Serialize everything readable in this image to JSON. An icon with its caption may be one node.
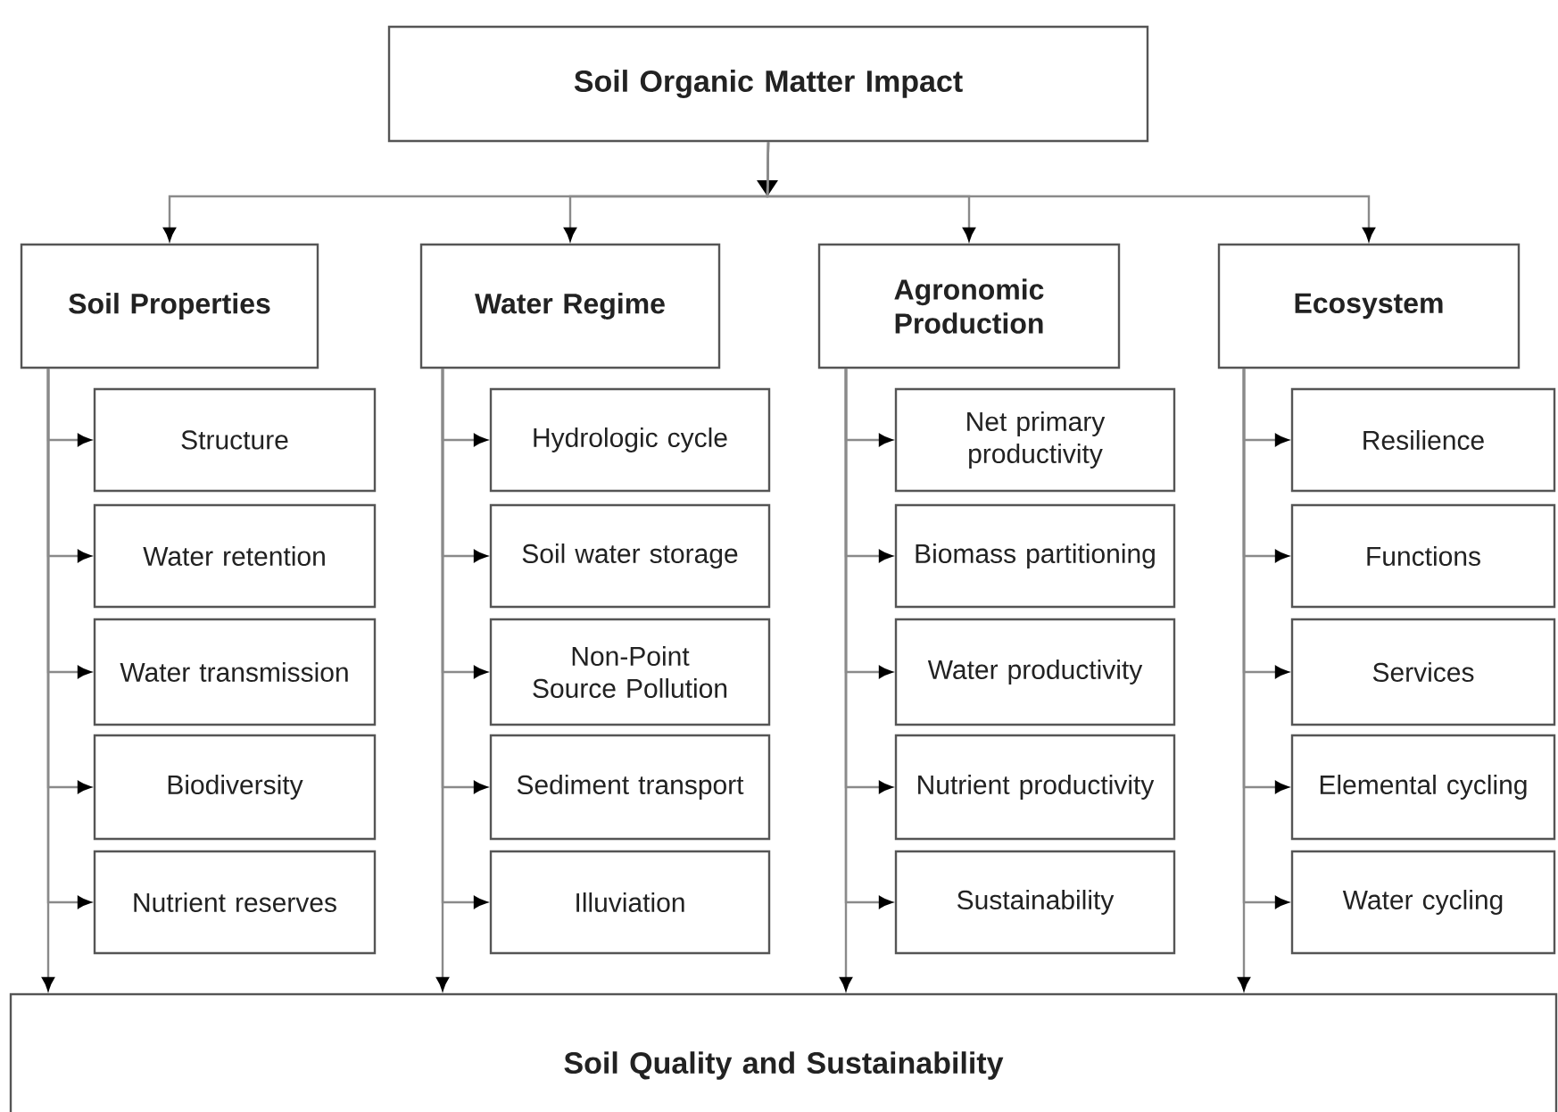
{
  "diagram": {
    "nodes": [
      {
        "text": [
          "Soil Organic Matter Impact"
        ]
      },
      {
        "text": [
          "Soil Properties"
        ]
      },
      {
        "text": [
          "Water Regime"
        ]
      },
      {
        "text": [
          "Agronomic Production"
        ]
      },
      {
        "text": [
          "Ecosystem"
        ]
      },
      {
        "text": [
          "Structure"
        ]
      },
      {
        "text": [
          "Water retention"
        ]
      },
      {
        "text": [
          "Water transmission"
        ]
      },
      {
        "text": [
          "Biodiversity"
        ]
      },
      {
        "text": [
          "Nutrient reserves"
        ]
      },
      {
        "text": [
          "Hydrologic cycle"
        ]
      },
      {
        "text": [
          "Soil water storage"
        ]
      },
      {
        "text": [
          "Non-Point Source Pollution"
        ]
      },
      {
        "text": [
          "Sediment transport"
        ]
      },
      {
        "text": [
          "Illuviation"
        ]
      },
      {
        "text": [
          "Net primary productivity"
        ]
      },
      {
        "text": [
          "Biomass partitioning"
        ]
      },
      {
        "text": [
          "Water productivity"
        ]
      },
      {
        "text": [
          "Nutrient productivity"
        ]
      },
      {
        "text": [
          "Sustainability"
        ]
      },
      {
        "text": [
          "Resilience"
        ]
      },
      {
        "text": [
          "Functions"
        ]
      },
      {
        "text": [
          "Services"
        ]
      },
      {
        "text": [
          "Elemental cycling"
        ]
      },
      {
        "text": [
          "Water cycling"
        ]
      },
      {
        "text": [
          "Soil Quality and Sustainability"
        ]
      }
    ],
    "edges": [
      {
        "from": 0,
        "to": 1,
        "arrow": "to"
      },
      {
        "from": 0,
        "to": 2,
        "arrow": "to"
      },
      {
        "from": 0,
        "to": 3,
        "arrow": "to"
      },
      {
        "from": 0,
        "to": 4,
        "arrow": "to"
      },
      {
        "from": 1,
        "to": 5,
        "arrow": "to"
      },
      {
        "from": 1,
        "to": 6,
        "arrow": "to"
      },
      {
        "from": 1,
        "to": 7,
        "arrow": "to"
      },
      {
        "from": 1,
        "to": 8,
        "arrow": "to"
      },
      {
        "from": 1,
        "to": 9,
        "arrow": "to"
      },
      {
        "from": 2,
        "to": 10,
        "arrow": "to"
      },
      {
        "from": 2,
        "to": 11,
        "arrow": "to"
      },
      {
        "from": 2,
        "to": 12,
        "arrow": "to"
      },
      {
        "from": 2,
        "to": 13,
        "arrow": "to"
      },
      {
        "from": 2,
        "to": 14,
        "arrow": "to"
      },
      {
        "from": 3,
        "to": 15,
        "arrow": "to"
      },
      {
        "from": 3,
        "to": 16,
        "arrow": "to"
      },
      {
        "from": 3,
        "to": 17,
        "arrow": "to"
      },
      {
        "from": 3,
        "to": 18,
        "arrow": "to"
      },
      {
        "from": 3,
        "to": 19,
        "arrow": "to"
      },
      {
        "from": 4,
        "to": 20,
        "arrow": "to"
      },
      {
        "from": 4,
        "to": 21,
        "arrow": "to"
      },
      {
        "from": 4,
        "to": 22,
        "arrow": "to"
      },
      {
        "from": 4,
        "to": 23,
        "arrow": "to"
      },
      {
        "from": 4,
        "to": 24,
        "arrow": "to"
      },
      {
        "from": 1,
        "to": 25,
        "arrow": "to"
      },
      {
        "from": 2,
        "to": 25,
        "arrow": "to"
      },
      {
        "from": 3,
        "to": 25,
        "arrow": "to"
      },
      {
        "from": 4,
        "to": 25,
        "arrow": "to"
      }
    ]
  }
}
